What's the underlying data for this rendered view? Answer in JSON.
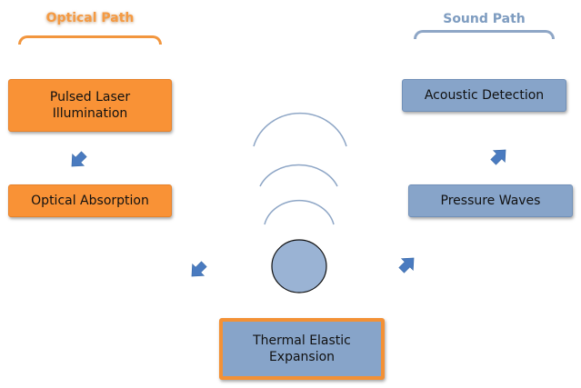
{
  "headers": {
    "optical": "Optical Path",
    "sound": "Sound Path"
  },
  "nodes": {
    "pulsed_laser": "Pulsed Laser Illumination",
    "optical_absorption": "Optical Absorption",
    "thermal_expansion": "Thermal Elastic Expansion",
    "pressure_waves": "Pressure Waves",
    "acoustic_detection": "Acoustic Detection"
  },
  "colors": {
    "optical": "#f99236",
    "sound": "#87a4c9",
    "arrow": "#4a7bc0",
    "wave": "#8ea6c6"
  }
}
